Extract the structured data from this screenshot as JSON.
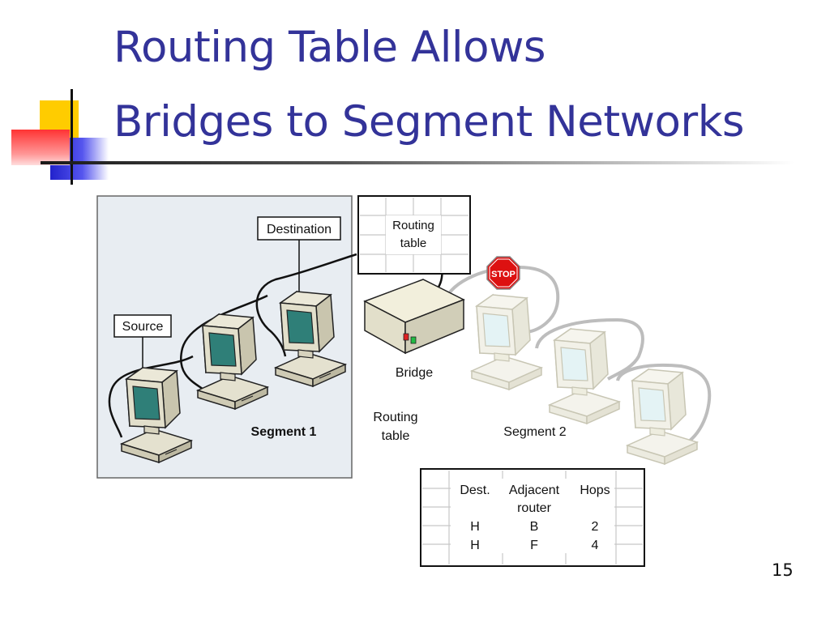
{
  "slide": {
    "title_line1": "Routing Table Allows",
    "title_line2": "Bridges to Segment Networks",
    "number": "15"
  },
  "diagram": {
    "destination_label": "Destination",
    "source_label": "Source",
    "routing_table_top": [
      "Routing",
      "table"
    ],
    "stop_sign": "STOP",
    "bridge_label": "Bridge",
    "routing_table_caption": [
      "Routing",
      "table"
    ],
    "segment1_label": "Segment 1",
    "segment2_label": "Segment 2"
  },
  "routing_table": {
    "headers": [
      "Dest.",
      "Adjacent",
      "router",
      "Hops"
    ],
    "rows": [
      [
        "H",
        "B",
        "2"
      ],
      [
        "H",
        "F",
        "4"
      ]
    ]
  },
  "colors": {
    "title": "#333399",
    "segment1_bg": "#e8edf2",
    "stop": "#dd1111"
  }
}
